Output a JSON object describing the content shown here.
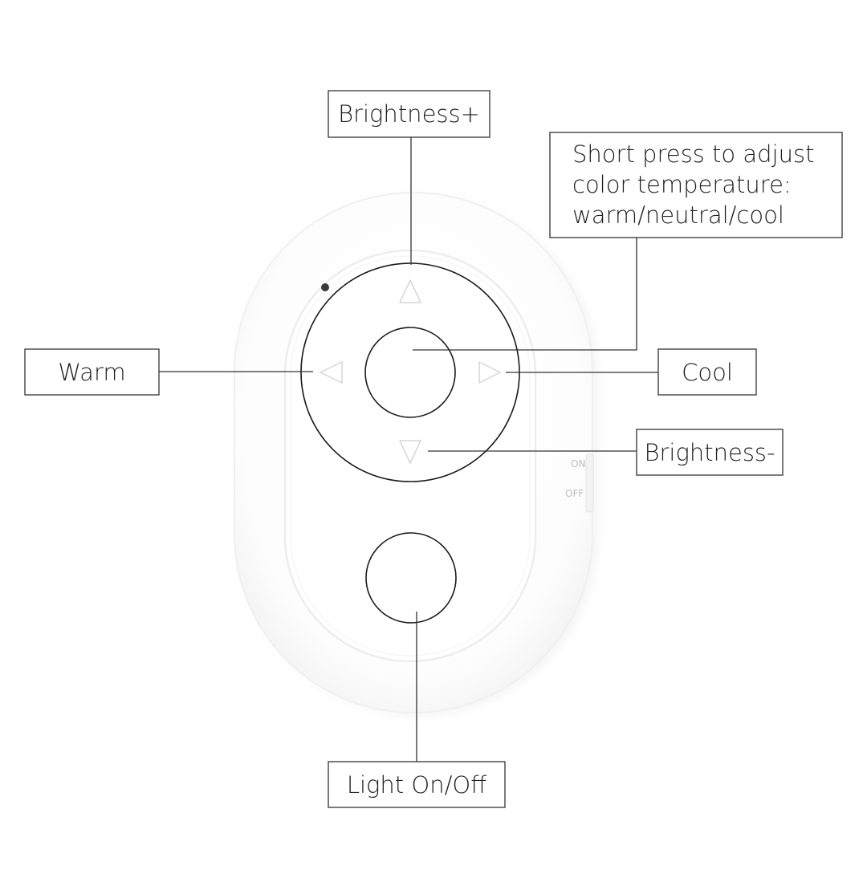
{
  "callouts": {
    "brightness_up": "Brightness+",
    "color_temp": [
      "Short press to adjust",
      "color temperature:",
      "warm/neutral/cool"
    ],
    "warm": "Warm",
    "cool": "Cool",
    "brightness_down": "Brightness-",
    "light_toggle": "Light On/Off"
  },
  "device": {
    "switch_on": "ON",
    "switch_off": "OFF"
  }
}
